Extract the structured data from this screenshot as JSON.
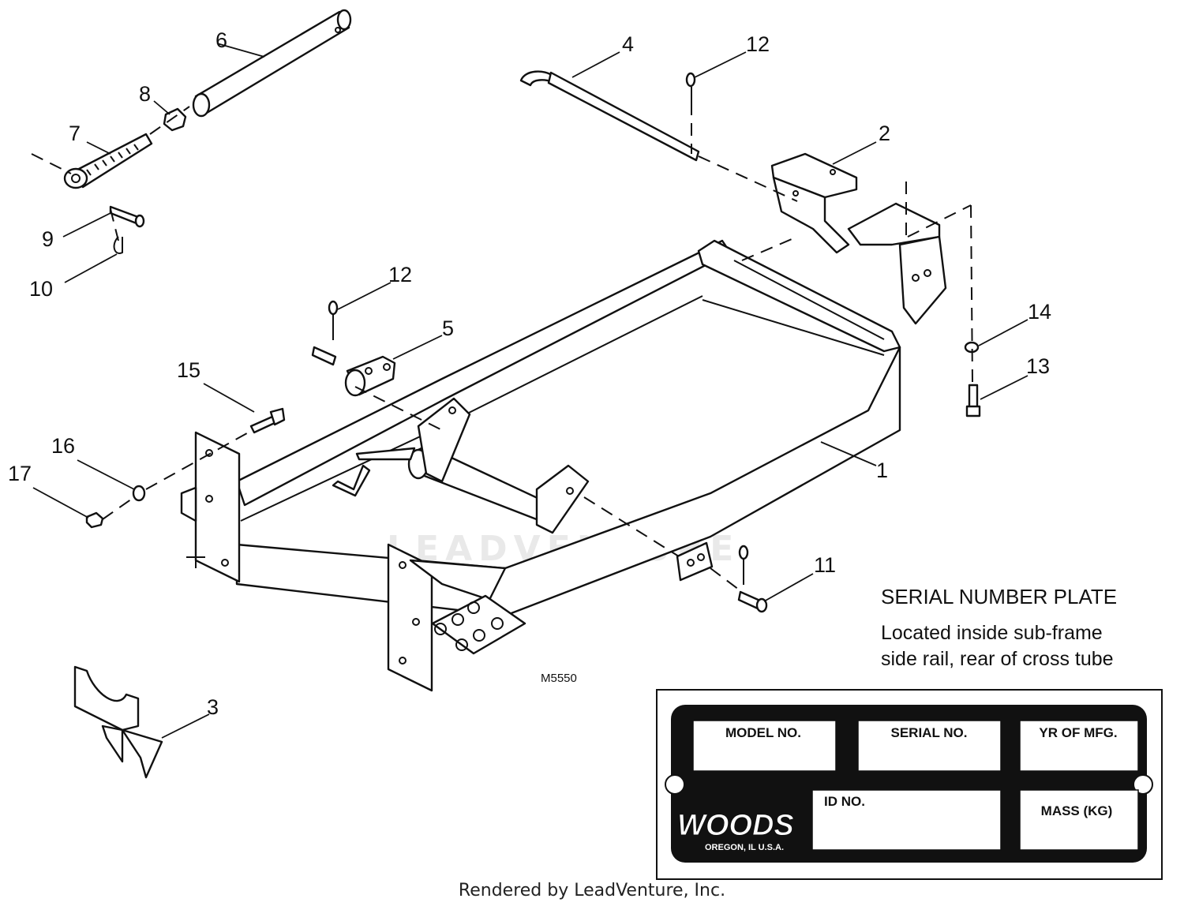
{
  "callouts": [
    "1",
    "2",
    "3",
    "4",
    "5",
    "6",
    "7",
    "8",
    "9",
    "10",
    "11",
    "12",
    "12",
    "13",
    "14",
    "15",
    "16",
    "17"
  ],
  "drawing_number": "M5550",
  "watermark": "LEADVENTURE",
  "serial_plate": {
    "title": "SERIAL NUMBER PLATE",
    "location_line1": "Located inside sub-frame",
    "location_line2": "side rail, rear of cross tube",
    "fields": [
      "MODEL NO.",
      "SERIAL NO.",
      "YR OF MFG.",
      "ID NO.",
      "MASS (KG)"
    ],
    "brand": "WOODS",
    "brand_location": "OREGON, IL U.S.A."
  },
  "footer": "Rendered by LeadVenture, Inc."
}
